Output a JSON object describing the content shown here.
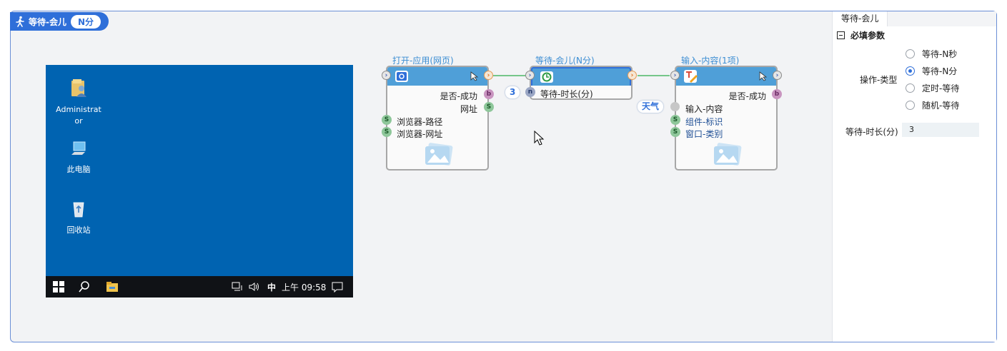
{
  "header": {
    "title": "等待-会儿",
    "pill": "N分"
  },
  "desktop": {
    "icons": [
      {
        "label": "Administrat\nor",
        "icon": "user-folder-icon"
      },
      {
        "label": "此电脑",
        "icon": "computer-icon"
      },
      {
        "label": "回收站",
        "icon": "recycle-bin-icon"
      }
    ],
    "taskbar": {
      "ime": "中",
      "clock": "上午 09:58"
    }
  },
  "nodes": [
    {
      "title": "打开-应用(网页)",
      "outputs": [
        "是否-成功",
        "网址"
      ],
      "inputs": [
        "浏览器-路径",
        "浏览器-网址"
      ]
    },
    {
      "title": "等待-会儿(N分)",
      "param_label": "等待-时长(分)",
      "param_value": "3"
    },
    {
      "title": "输入-内容(1项)",
      "outputs": [
        "是否-成功"
      ],
      "inputs": [
        "输入-内容",
        "组件-标识",
        "窗口-类别"
      ],
      "chip": "天气"
    }
  ],
  "port_letters": {
    "s": "S",
    "b": "b",
    "n": "n"
  },
  "panel": {
    "tab": "等待-会儿",
    "section": "必填参数",
    "op_label": "操作-类型",
    "options": [
      "等待-N秒",
      "等待-N分",
      "定时-等待",
      "随机-等待"
    ],
    "selected": 1,
    "duration_label": "等待-时长(分)",
    "duration_value": "3"
  },
  "colors": {
    "accent": "#2f6fd9",
    "node_header": "#4f9fd8",
    "desktop": "#0063b1",
    "connector": "#4cb866"
  }
}
